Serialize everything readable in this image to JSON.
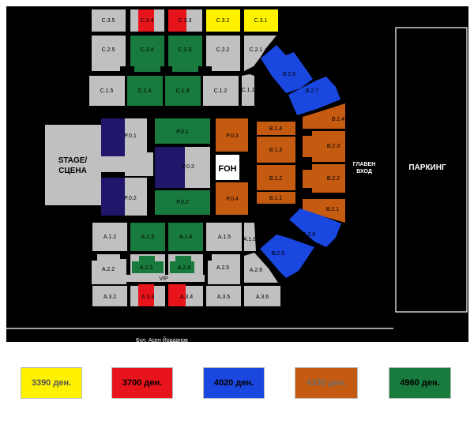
{
  "stage": {
    "line1": "STAGE/",
    "line2": "СЦЕНА"
  },
  "foh": "FOH",
  "entrance": {
    "line1": "ГЛАВЕН",
    "line2": "ВХОД"
  },
  "parking": "ПАРКИНГ",
  "street": "Бул. Асен Йорданов",
  "vip": "VIP",
  "colors": {
    "background": "#000000",
    "gray": "#c0c0c0",
    "green": "#187a3c",
    "red": "#e8141c",
    "yellow": "#fff200",
    "blue": "#1a47e0",
    "orange": "#c55a11",
    "navy": "#21176a"
  },
  "sections": {
    "c35": "C.3.5",
    "c34": "C.3.4",
    "c33": "C.3.3",
    "c32": "C.3.2",
    "c31": "C.3.1",
    "c25": "C.2.5",
    "c24": "C.2.4",
    "c23": "C.2.3",
    "c22": "C.2.2",
    "c21": "C.2.1",
    "c15": "C.1.5",
    "c14": "C.1.4",
    "c13": "C.1.3",
    "c12": "C.1.2",
    "c11": "C.1.1",
    "p01": "P.0.1",
    "p02": "P.0.2",
    "p03": "P.0.3",
    "p04": "P.0.4",
    "pr01": "P.0.1",
    "pr02": "P.0.2",
    "b14": "B.1.4",
    "b13": "B.1.3",
    "b12": "B.1.2",
    "b11": "B.1.1",
    "b24": "B.2.4",
    "b23": "B.2.3",
    "b22": "B.2.2",
    "b21": "B.2.1",
    "b28": "B.2.8",
    "b27": "B.2.7",
    "b26": "B.2.6",
    "b25": "B.2.5",
    "a12": "A.1.2",
    "a13": "A.1.3",
    "a14": "A.1.4",
    "a15": "A.1.5",
    "a16": "A.1.6",
    "a22": "A.2.2",
    "a23": "A.2.3",
    "a24": "A.2.4",
    "a25": "A.2.5",
    "a26": "A.2.6",
    "a32": "A.3.2",
    "a33": "A.3.3",
    "a34": "A.3.4",
    "a35": "A.3.5",
    "a36": "A.3.6"
  },
  "legend": [
    {
      "price": "3390 ден.",
      "color": "#fff200",
      "text_color": "#555555"
    },
    {
      "price": "3700 ден.",
      "color": "#e8141c",
      "text_color": "#000000"
    },
    {
      "price": "4020 ден.",
      "color": "#1a47e0",
      "text_color": "#000000"
    },
    {
      "price": "4330 ден.",
      "color": "#c55a11",
      "text_color": "#6b6b6b"
    },
    {
      "price": "4960 ден.",
      "color": "#187a3c",
      "text_color": "#000000"
    }
  ]
}
